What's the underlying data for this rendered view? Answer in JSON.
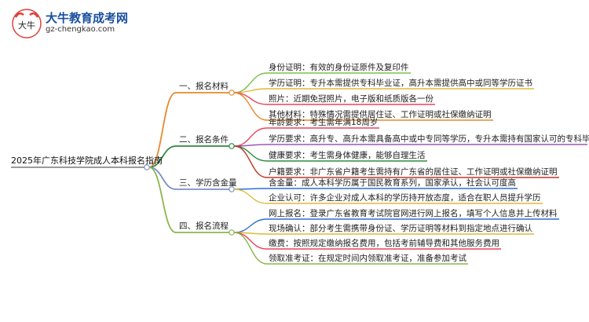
{
  "logo": {
    "title": "大牛教育成考网",
    "url": "gz-chengkao.com",
    "mark_text": "大牛"
  },
  "mindmap": {
    "root": "2025年广东科技学院成人本科报名指南",
    "branches": [
      {
        "label": "一、报名材料",
        "color": "#e58a2c",
        "items": [
          {
            "text": "身份证明：有效的身份证原件及复印件",
            "color": "#7cc04a"
          },
          {
            "text": "学历证明：专升本需提供专科毕业证，高升本需提供高中或同等学历证书",
            "color": "#e0b93a"
          },
          {
            "text": "照片：近期免冠照片，电子版和纸质版各一份",
            "color": "#e8455a"
          },
          {
            "text": "其他材料：特殊情况需提供居住证、工作证明或社保缴纳证明",
            "color": "#e58a2c"
          }
        ]
      },
      {
        "label": "二、报名条件",
        "color": "#2e8a3e",
        "items": [
          {
            "text": "年龄要求：考生需年满18周岁",
            "color": "#e8455a"
          },
          {
            "text": "学历要求：高升专、高升本需具备高中或中专同等学历，专升本需持有国家认可的专科毕业证书",
            "color": "#9b59b6"
          },
          {
            "text": "健康要求：考生需身体健康，能够自理生活",
            "color": "#2e8a3e"
          },
          {
            "text": "户籍要求：非广东省户籍考生需持有广东省的居住证、工作证明或社保缴纳证明",
            "color": "#c0392b"
          }
        ]
      },
      {
        "label": "三、学历含金量",
        "color": "#7a8fc4",
        "items": [
          {
            "text": "含金量：成人本科学历属于国民教育系列，国家承认，社会认可度高",
            "color": "#2e6fd0"
          },
          {
            "text": "企业认可：许多企业对成人本科的学历持开放态度，适合在职人员提升学历",
            "color": "#e0b93a"
          }
        ]
      },
      {
        "label": "四、报名流程",
        "color": "#8ab84a",
        "items": [
          {
            "text": "网上报名：登录广东省教育考试院官网进行网上报名，填写个人信息并上传材料",
            "color": "#2e6fd0"
          },
          {
            "text": "现场确认：部分考生需携带身份证、学历证明等材料到指定地点进行确认",
            "color": "#e0b93a"
          },
          {
            "text": "缴费：按照规定缴纳报名费用，包括考前辅导费和其他服务费用",
            "color": "#e8455a"
          },
          {
            "text": "领取准考证：在规定时间内领取准考证，准备参加考试",
            "color": "#8ab84a"
          }
        ]
      }
    ]
  }
}
